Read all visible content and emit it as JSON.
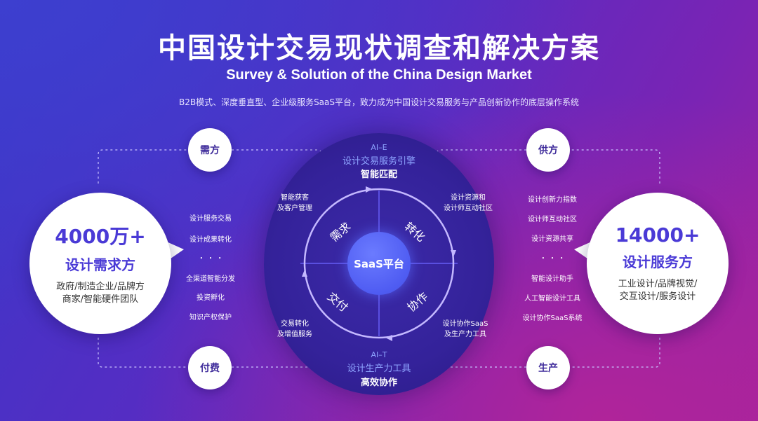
{
  "header": {
    "title": "中国设计交易现状调查和解决方案",
    "subtitle": "Survey & Solution of the China Design Market",
    "description": "B2B模式、深度垂直型、企业级服务SaaS平台，致力成为中国设计交易服务与产品创新协作的底层操作系统"
  },
  "center": {
    "core": "SaaS平台",
    "quadrants": [
      "需求",
      "转化",
      "交付",
      "协作"
    ],
    "top": {
      "tag": "AI–E",
      "name": "设计交易服务引擎",
      "sub": "智能匹配"
    },
    "bottom": {
      "tag": "AI–T",
      "name": "设计生产力工具",
      "sub": "高效协作"
    },
    "notes": {
      "top_left": [
        "智能获客",
        "及客户管理"
      ],
      "top_right": [
        "设计资源和",
        "设计师互动社区"
      ],
      "bottom_left": [
        "交易转化",
        "及增值服务"
      ],
      "bottom_right": [
        "设计协作SaaS",
        "及生产力工具"
      ]
    }
  },
  "left": {
    "badge_top": "需方",
    "badge_bottom": "付费",
    "number": "4000万+",
    "label": "设计需求方",
    "desc1": "政府/制造企业/品牌方",
    "desc2": "商家/智能硬件团队",
    "items": [
      "设计服务交易",
      "设计成果转化",
      "・ ・ ・",
      "全渠道智能分发",
      "投资孵化",
      "知识产权保护"
    ]
  },
  "right": {
    "badge_top": "供方",
    "badge_bottom": "生产",
    "number": "14000+",
    "label": "设计服务方",
    "desc1": "工业设计/品牌视觉/",
    "desc2": "交互设计/服务设计",
    "items": [
      "设计创新力指数",
      "设计师互动社区",
      "设计资源共享",
      "・ ・ ・",
      "智能设计助手",
      "人工智能设计工具",
      "设计协作SaaS系统"
    ]
  },
  "colors": {
    "accent": "#4a3ad6",
    "core": "#5563f0",
    "ai_text": "#8ea4ff"
  }
}
